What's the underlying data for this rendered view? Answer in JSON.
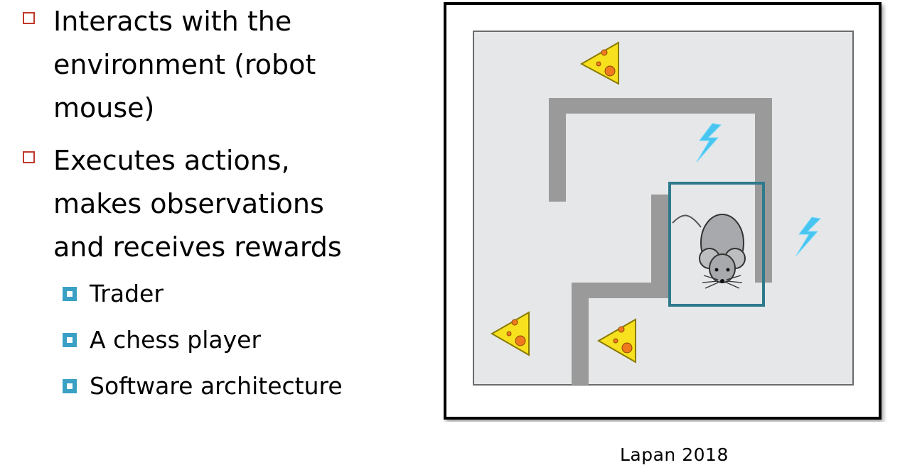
{
  "bullets": [
    {
      "level": 1,
      "lines": [
        "Interacts with the",
        "environment (robot",
        "mouse)"
      ]
    },
    {
      "level": 1,
      "lines": [
        "Executes actions,",
        "makes observations",
        "and receives rewards"
      ]
    },
    {
      "level": 2,
      "text": "Trader"
    },
    {
      "level": 2,
      "text": "A chess player"
    },
    {
      "level": 2,
      "text": "Software architecture"
    }
  ],
  "caption": "Lapan 2018",
  "colors": {
    "bullet_outline": "#c0392b",
    "sub_bullet": "#3aa0c4",
    "agent_box": "#2e7a8c",
    "maze_wall": "#9a9a9a",
    "maze_floor": "#e6e7e8",
    "cheese": "#f7e11e",
    "lightning": "#3fc3f0"
  },
  "icons": [
    "cheese-icon",
    "lightning-icon",
    "mouse-icon"
  ]
}
